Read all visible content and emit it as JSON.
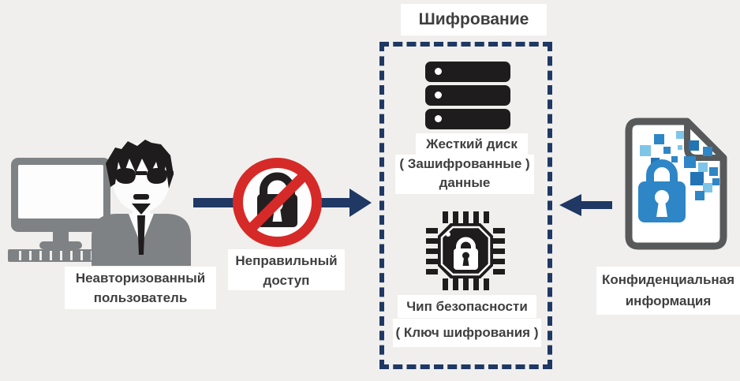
{
  "colors": {
    "background": "#F0EFED",
    "navy": "#1F3864",
    "red": "#D62A28",
    "icon_black": "#1F1C1D",
    "gray": "#7F8284",
    "doc_border": "#58595B",
    "blue": "#2E86C6",
    "light_blue": "#7EC5E8",
    "dark_blue": "#2274B5",
    "label_text": "#3F3F3F",
    "label_bg": "#FFFFFF"
  },
  "encryption": {
    "title": "Шифрование",
    "hard_disk": {
      "label": "Жесткий диск",
      "sub_line1": "( Зашифрованные )",
      "sub_line2": "данные"
    },
    "security_chip": {
      "label": "Чип безопасности",
      "sub": "( Ключ шифрования )"
    }
  },
  "unauthorized_user": {
    "line1": "Неавторизованный",
    "line2": "пользователь"
  },
  "invalid_access": {
    "line1": "Неправильный",
    "line2": "доступ"
  },
  "confidential_info": {
    "line1": "Конфиденциальная",
    "line2": "информация"
  },
  "icons": {
    "computer": "desktop-computer-icon",
    "user": "hacker-user-icon",
    "blocked": "no-access-lock-icon",
    "disk": "hard-disk-stack-icon",
    "chip": "security-chip-lock-icon",
    "document": "encrypted-document-icon",
    "arrow_to_box": "arrow-right-icon",
    "arrow_from_doc": "arrow-left-icon"
  }
}
